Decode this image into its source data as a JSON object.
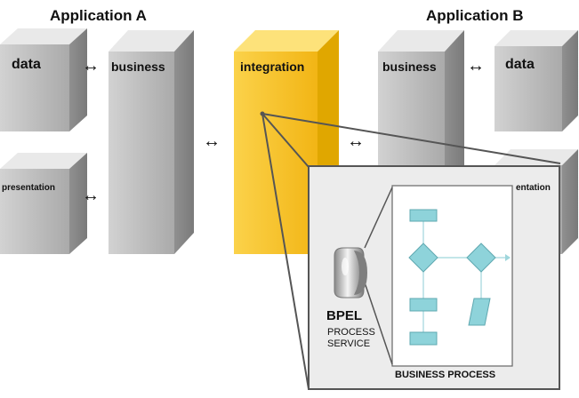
{
  "app_a": {
    "title": "Application A",
    "data_label": "data",
    "business_label": "business",
    "presentation_label": "presentation"
  },
  "integration": {
    "label": "integration"
  },
  "app_b": {
    "title": "Application B",
    "business_label": "business",
    "data_label": "data",
    "presentation_label": "entation"
  },
  "arrow_symbol": "↔",
  "bpel": {
    "title": "BPEL",
    "service_line1": "PROCESS",
    "service_line2": "SERVICE"
  },
  "business_process": {
    "label": "BUSINESS PROCESS"
  },
  "colors": {
    "block_gray": "#b5b5b5",
    "integration_yellow": "#f7c22c",
    "flow_shape": "#8ed3da",
    "zoom_line": "#555555"
  }
}
